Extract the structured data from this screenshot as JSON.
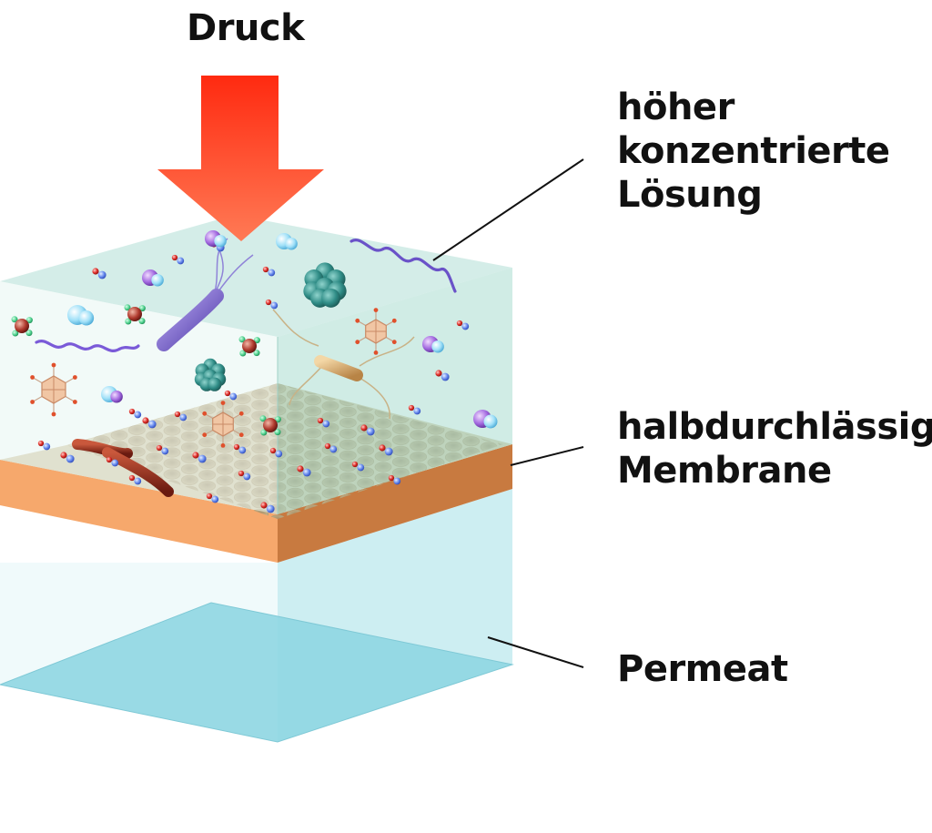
{
  "labels": {
    "pressure": "Druck",
    "feed": [
      "höher",
      "konzentrierte",
      "Lösung"
    ],
    "membrane": [
      "halbdurchlässige",
      "Membrane"
    ],
    "permeate": "Permeat"
  },
  "colors": {
    "arrow": "#ff3b1f",
    "feed_water": "#bfe5dc",
    "membrane_top": "#d7c7a4",
    "membrane_edge": "#f6a86c",
    "permeate": "#cdeef2",
    "permeate_floor": "#8fd6e2",
    "leader": "#111111"
  },
  "icons": [
    "water-molecule-icon",
    "virus-icon",
    "bacterium-icon",
    "protein-cluster-icon",
    "organic-chain-icon",
    "ion-icon"
  ]
}
